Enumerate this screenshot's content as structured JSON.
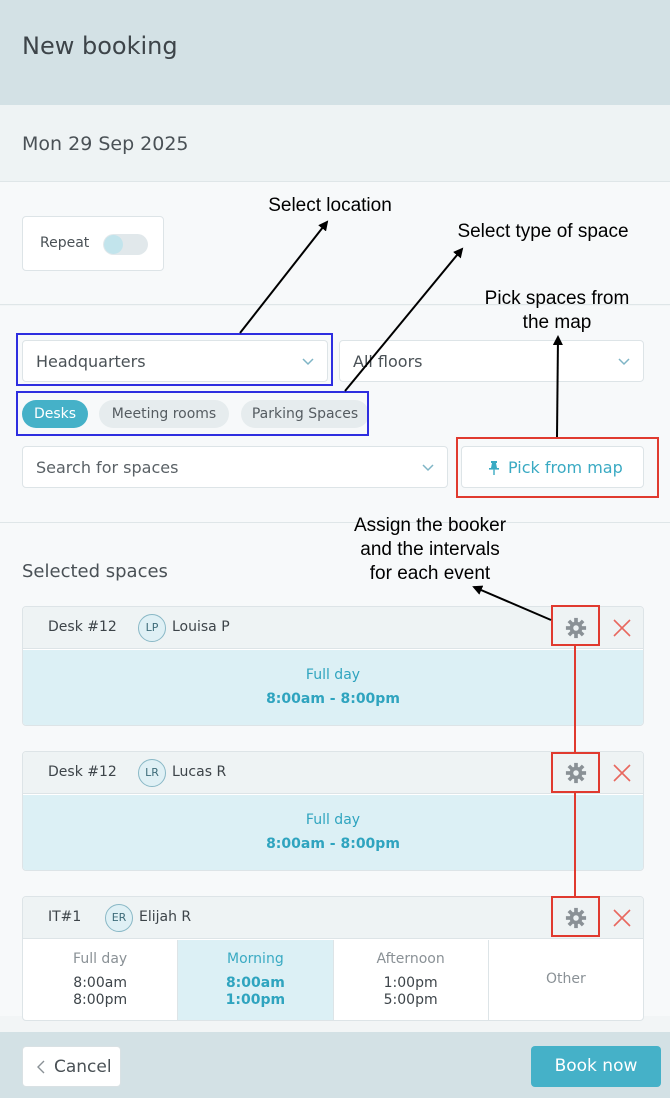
{
  "header": {
    "title": "New booking"
  },
  "date": "Mon 29 Sep 2025",
  "repeat": {
    "label": "Repeat",
    "enabled": false
  },
  "filters": {
    "location": "Headquarters",
    "floor": "All floors",
    "space_types": [
      "Desks",
      "Meeting rooms",
      "Parking Spaces"
    ],
    "active_type": "Desks",
    "search_placeholder": "Search for spaces",
    "pick_from_map": "Pick from map"
  },
  "selected_spaces": {
    "title": "Selected spaces",
    "items": [
      {
        "space": "Desk #12",
        "initials": "LP",
        "user": "Louisa P",
        "interval": "Full day",
        "time": "8:00am - 8:00pm"
      },
      {
        "space": "Desk #12",
        "initials": "LR",
        "user": "Lucas R",
        "interval": "Full day",
        "time": "8:00am - 8:00pm"
      },
      {
        "space": "IT#1",
        "initials": "ER",
        "user": "Elijah R",
        "options": [
          {
            "name": "Full day",
            "start": "8:00am",
            "end": "8:00pm"
          },
          {
            "name": "Morning",
            "start": "8:00am",
            "end": "1:00pm"
          },
          {
            "name": "Afternoon",
            "start": "1:00pm",
            "end": "5:00pm"
          },
          {
            "name": "Other"
          }
        ],
        "selected_option": "Morning"
      }
    ]
  },
  "footer": {
    "cancel": "Cancel",
    "book": "Book now"
  },
  "annotations": {
    "location": "Select location",
    "type": "Select type of space",
    "map_line1": "Pick spaces from",
    "map_line2": "the map",
    "assign_line1": "Assign the booker",
    "assign_line2": "and the intervals",
    "assign_line3": "for each event"
  },
  "colors": {
    "accent": "#45b1c8",
    "highlight_blue": "#2e2ee0",
    "highlight_red": "#e03a2f",
    "remove": "#e8685f"
  }
}
